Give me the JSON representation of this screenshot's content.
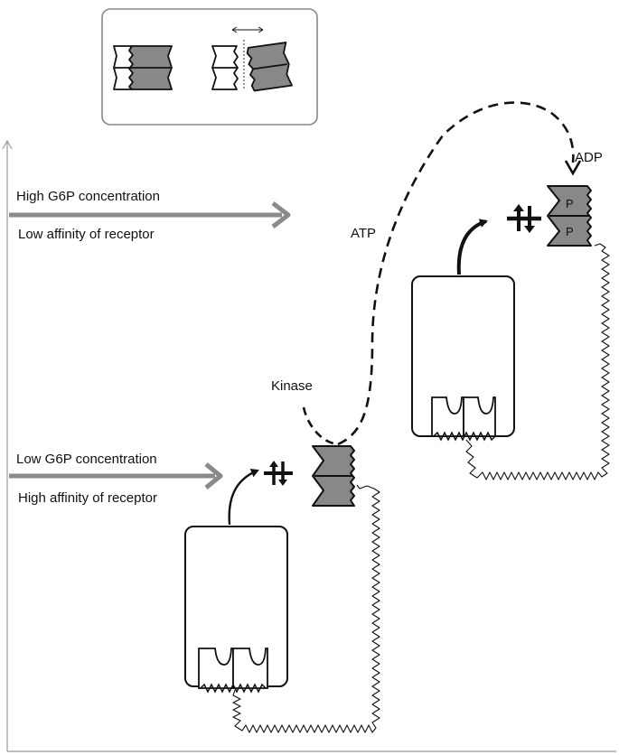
{
  "labels": {
    "high_conc": "High G6P concentration",
    "low_affinity": "Low affinity of receptor",
    "low_conc": "Low G6P concentration",
    "high_affinity": "High affinity of receptor",
    "kinase": "Kinase",
    "atp": "ATP",
    "adp": "ADP",
    "phospho_top": "P",
    "phospho_bottom": "P"
  },
  "colors": {
    "line": "#111111",
    "fill_gray": "#888888",
    "arrow_gray": "#8a8a8a",
    "axis": "#999999",
    "legend_border": "#888888"
  },
  "icons": {
    "receptor_dimer_closed": "receptor-dimer-closed-icon",
    "receptor_dimer_open": "receptor-dimer-open-icon",
    "bidirectional_arrow": "bidirectional-arrow-icon"
  }
}
